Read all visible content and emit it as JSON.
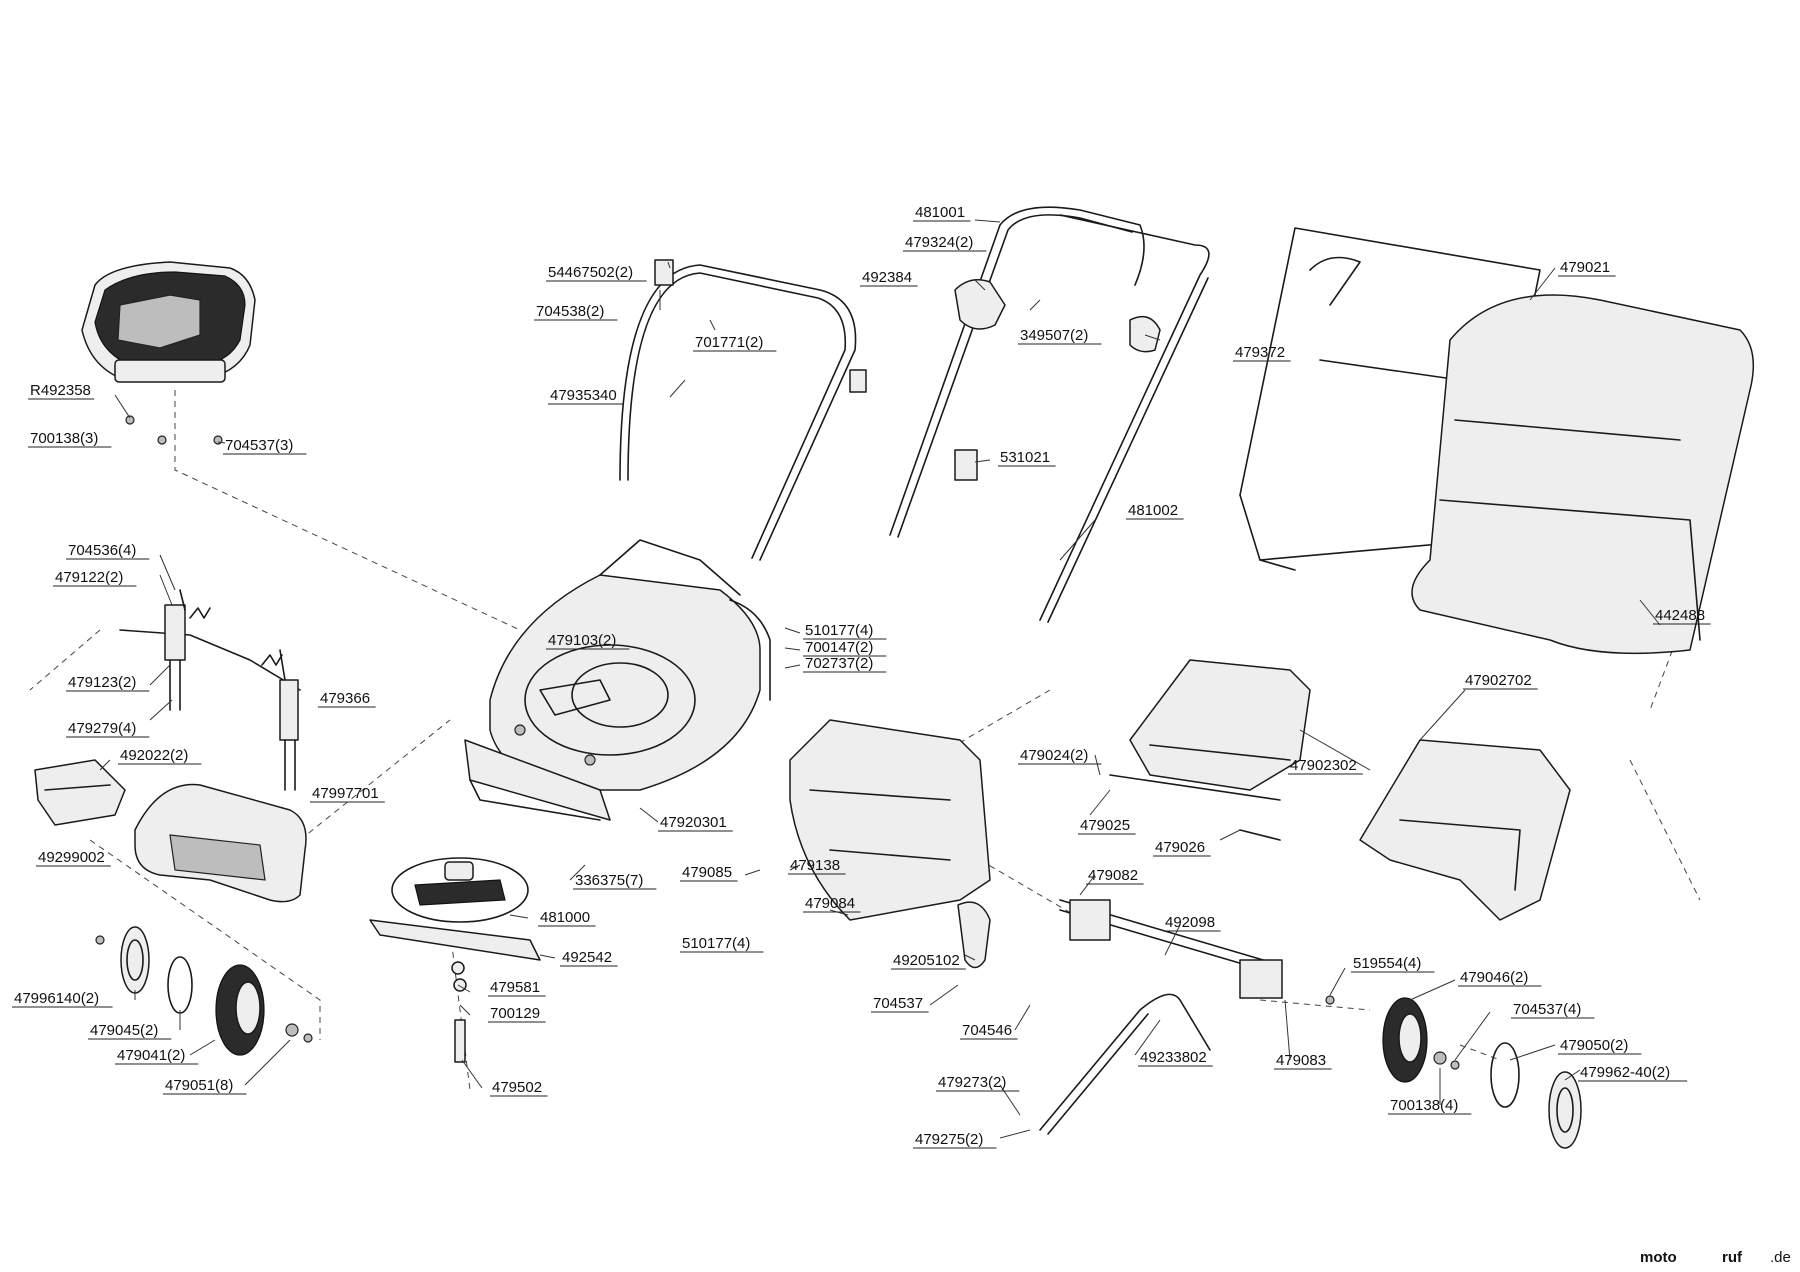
{
  "labels": [
    {
      "text": "R492358"
    },
    {
      "text": "700138(3)"
    },
    {
      "text": "704537(3)"
    },
    {
      "text": "704536(4)"
    },
    {
      "text": "479122(2)"
    },
    {
      "text": "479103(2)"
    },
    {
      "text": "479123(2)"
    },
    {
      "text": "479366"
    },
    {
      "text": "479279(4)"
    },
    {
      "text": "492022(2)"
    },
    {
      "text": "47997701"
    },
    {
      "text": "49299002"
    },
    {
      "text": "54467502(2)"
    },
    {
      "text": "704538(2)"
    },
    {
      "text": "701771(2)"
    },
    {
      "text": "47935340"
    },
    {
      "text": "481001"
    },
    {
      "text": "479324(2)"
    },
    {
      "text": "492384"
    },
    {
      "text": "349507(2)"
    },
    {
      "text": "479372"
    },
    {
      "text": "531021"
    },
    {
      "text": "481002"
    },
    {
      "text": "479021"
    },
    {
      "text": "442488"
    },
    {
      "text": "510177(4)"
    },
    {
      "text": "700147(2)"
    },
    {
      "text": "702737(2)"
    },
    {
      "text": "47920301"
    },
    {
      "text": "336375(7)"
    },
    {
      "text": "479085"
    },
    {
      "text": "479138"
    },
    {
      "text": "479084"
    },
    {
      "text": "510177(4)"
    },
    {
      "text": "481000"
    },
    {
      "text": "492542"
    },
    {
      "text": "479581"
    },
    {
      "text": "700129"
    },
    {
      "text": "479502"
    },
    {
      "text": "47996140(2)"
    },
    {
      "text": "479045(2)"
    },
    {
      "text": "479041(2)"
    },
    {
      "text": "479051(8)"
    },
    {
      "text": "479024(2)"
    },
    {
      "text": "47902302"
    },
    {
      "text": "479025"
    },
    {
      "text": "479026"
    },
    {
      "text": "47902702"
    },
    {
      "text": "479082"
    },
    {
      "text": "492098"
    },
    {
      "text": "49205102"
    },
    {
      "text": "704537"
    },
    {
      "text": "704546"
    },
    {
      "text": "49233802"
    },
    {
      "text": "479083"
    },
    {
      "text": "519554(4)"
    },
    {
      "text": "479046(2)"
    },
    {
      "text": "704537(4)"
    },
    {
      "text": "479050(2)"
    },
    {
      "text": "479962-40(2)"
    },
    {
      "text": "700138(4)"
    },
    {
      "text": "479273(2)"
    },
    {
      "text": "479275(2)"
    }
  ],
  "watermark": {
    "part1": "moto",
    "part2": "ruf",
    "suffix": ".de"
  },
  "colors": {
    "line": "#1a1a1a",
    "watermark_blue": "#2a5fa8",
    "watermark_orange": "#e07b20"
  }
}
